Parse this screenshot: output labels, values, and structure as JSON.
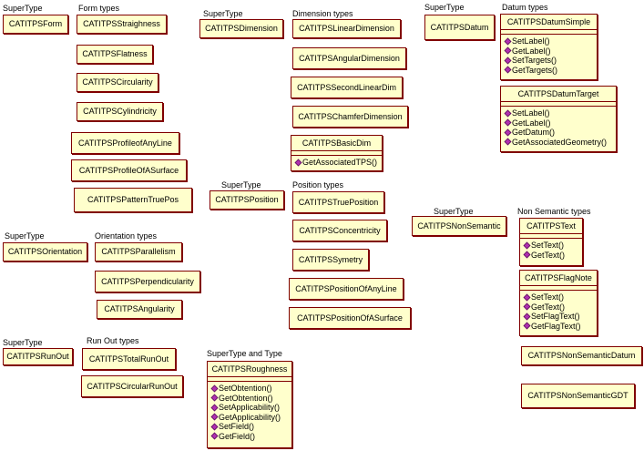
{
  "supertype_label": "SuperType",
  "supertype_and_type_label": "SuperType and Type",
  "groups": {
    "form_types": "Form types",
    "dimension_types": "Dimension types",
    "datum_types": "Datum types",
    "position_types": "Position types",
    "non_semantic_types": "Non Semantic types",
    "orientation_types": "Orientation types",
    "run_out_types": "Run Out types"
  },
  "classes": {
    "form": "CATITPSForm",
    "straighness": "CATITPSStraighness",
    "flatness": "CATITPSFlatness",
    "circularity": "CATITPSCircularity",
    "cylindricity": "CATITPSCylindricity",
    "profile_any_line": "CATITPSProfileofAnyLine",
    "profile_surface": "CATITPSProfileOfASurface",
    "pattern_true_pos": "CATITPSPatternTruePos",
    "dimension": "CATITPSDimension",
    "linear_dimension": "CATITPSLinearDimension",
    "angular_dimension": "CATITPSAngularDimension",
    "second_linear_dim": "CATITPSSecondLinearDim",
    "chamfer_dimension": "CATITPSChamferDimension",
    "basic_dim": "CATITPSBasicDim",
    "datum": "CATITPSDatum",
    "datum_simple": "CATITPSDatumSimple",
    "datum_target": "CATITPSDatumTarget",
    "position": "CATITPSPosition",
    "true_position": "CATITPSTruePosition",
    "concentricity": "CATITPSConcentricity",
    "symetry": "CATITPSSymetry",
    "position_any_line": "CATITPSPositionOfAnyLine",
    "position_surface": "CATITPSPositionOfASurface",
    "non_semantic": "CATITPSNonSemantic",
    "text": "CATITPSText",
    "flag_note": "CATITPSFlagNote",
    "non_semantic_datum": "CATITPSNonSemanticDatum",
    "non_semantic_gdt": "CATITPSNonSemanticGDT",
    "orientation": "CATITPSOrientation",
    "parallelism": "CATITPSParallelism",
    "perpendicularity": "CATITPSPerpendicularity",
    "angularity": "CATITPSAngularity",
    "run_out": "CATITPSRunOut",
    "total_run_out": "CATITPSTotalRunOut",
    "circular_run_out": "CATITPSCircularRunOut",
    "roughness": "CATITPSRoughness"
  },
  "methods": {
    "basic_dim": [
      "GetAssociatedTPS()"
    ],
    "datum_simple": [
      "SetLabel()",
      "GetLabel()",
      "SetTargets()",
      "GetTargets()"
    ],
    "datum_target": [
      "SetLabel()",
      "GetLabel()",
      "GetDatum()",
      "GetAssociatedGeometry()"
    ],
    "text": [
      "SetText()",
      "GetText()"
    ],
    "flag_note": [
      "SetText()",
      "GetText()",
      "SetFlagText()",
      "GetFlagText()"
    ],
    "roughness": [
      "SetObtention()",
      "GetObtention()",
      "SetApplicability()",
      "GetApplicability()",
      "SetField()",
      "GetField()"
    ]
  }
}
